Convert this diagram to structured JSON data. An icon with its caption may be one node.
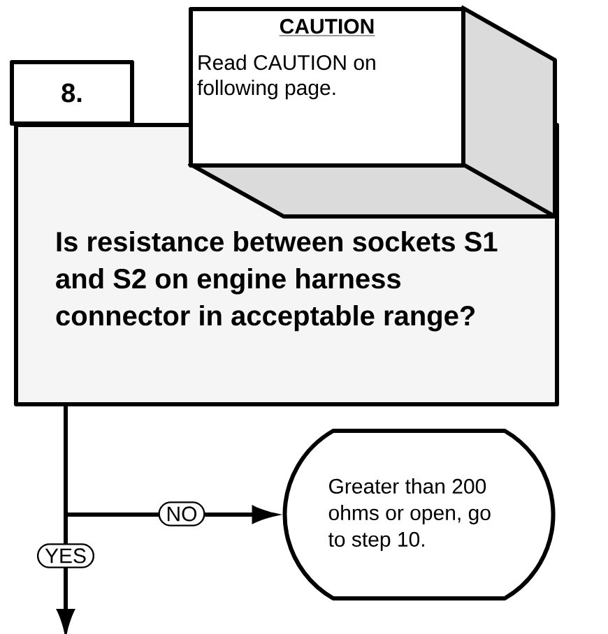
{
  "diagram": {
    "nodes": [
      {
        "text": [
          "8."
        ]
      },
      {
        "text": [
          "CAUTION",
          "Read CAUTION on following page."
        ]
      },
      {
        "text": [
          "Is resistance between sockets S1 and S2 on engine harness connector in acceptable range?"
        ]
      },
      {
        "text": [
          "Greater than 200 ohms or open, go to step 10."
        ]
      }
    ],
    "edges": [
      {
        "from": 2,
        "to": 3,
        "arrow": "to",
        "label": "NO"
      },
      {
        "from": 2,
        "to": null,
        "arrow": "to",
        "label": "YES"
      }
    ]
  }
}
